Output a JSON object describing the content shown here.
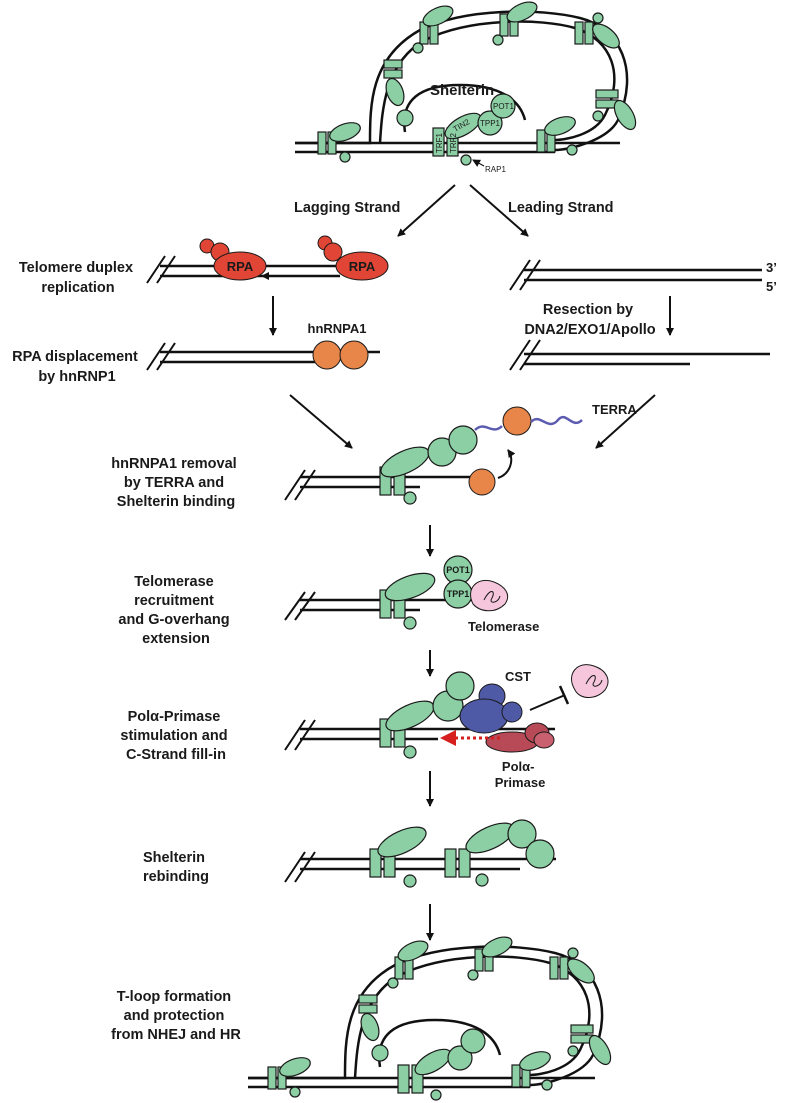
{
  "colors": {
    "shelterin": "#8ccfa4",
    "rpa": "#e04535",
    "hnrnpa1": "#e8864a",
    "terra": "#5b5bb0",
    "telomerase": "#f6c7dc",
    "cst": "#4f5aa6",
    "pol_primase": "#b84a58",
    "arrow_red": "#d62020",
    "dna": "#111111"
  },
  "top_complex": {
    "title": "Shelterin",
    "labels": [
      "POT1",
      "TIN2",
      "TPP1",
      "TRF1",
      "TRF2",
      "RAP1"
    ]
  },
  "branches": {
    "lagging": "Lagging Strand",
    "leading": "Leading Strand"
  },
  "steps": [
    {
      "lines": [
        "Telomere duplex",
        "replication"
      ]
    },
    {
      "lines": [
        "RPA displacement",
        "by hnRNP1"
      ]
    },
    {
      "lines": [
        "hnRNPA1 removal",
        "by TERRA and",
        "Shelterin binding"
      ]
    },
    {
      "lines": [
        "Telomerase",
        "recruitment",
        "and G-overhang",
        "extension"
      ]
    },
    {
      "lines": [
        "Polα-Primase",
        "stimulation and",
        "C-Strand fill-in"
      ]
    },
    {
      "lines": [
        "Shelterin",
        "rebinding"
      ]
    },
    {
      "lines": [
        "T-loop formation",
        "and protection",
        "from NHEJ and HR"
      ]
    }
  ],
  "labels": {
    "rpa": "RPA",
    "hnrnpa1": "hnRNPA1",
    "terra": "TERRA",
    "end3": "3’",
    "end5": "5’",
    "resection": [
      "Resection by",
      "DNA2/EXO1/Apollo"
    ],
    "pot1": "POT1",
    "tpp1": "TPP1",
    "telomerase": "Telomerase",
    "cst": "CST",
    "pol_primase": [
      "Polα-",
      "Primase"
    ]
  }
}
